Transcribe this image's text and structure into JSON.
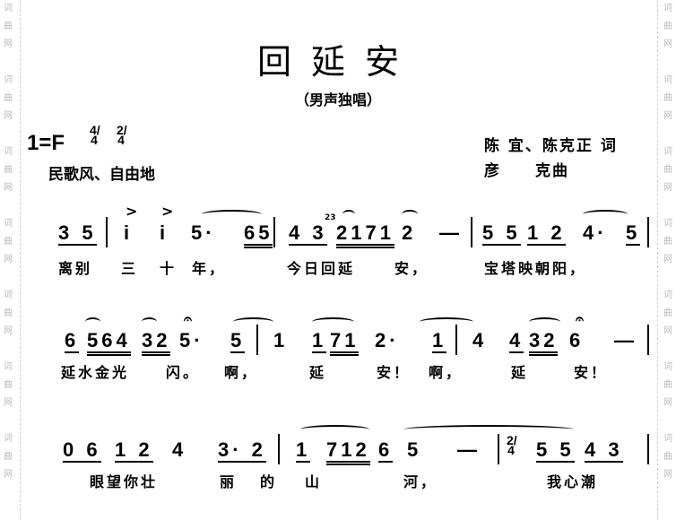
{
  "watermark": "词曲网",
  "title": "回延安",
  "subtitle": "（男声独唱）",
  "key": "1=F",
  "time_sigs": [
    "4/4",
    "2/4"
  ],
  "style": "民歌风、自由地",
  "lyricist": "陈 宜、陈克正 词",
  "composer": "彦　　克曲",
  "grace": "23",
  "rows": [
    {
      "notes": [
        "3 5",
        "i",
        "i",
        "5·",
        "65",
        "4 3",
        "2171",
        "2",
        "—",
        "5 5",
        "1 2",
        "4·",
        "5"
      ],
      "lyrics": [
        "离别",
        "三",
        "十",
        "年，",
        "今日回延",
        "安，",
        "宝塔映朝阳，"
      ]
    },
    {
      "notes": [
        "6",
        "564",
        "32",
        "5·",
        "5",
        "1",
        "1",
        "71",
        "2·",
        "1",
        "4",
        "4",
        "32",
        "6",
        "—"
      ],
      "lyrics": [
        "延水金光",
        "闪。",
        "啊，",
        "延",
        "安！",
        "啊，",
        "延",
        "安！"
      ]
    },
    {
      "notes": [
        "0 6",
        "1 2",
        "4",
        "3· 2",
        "1",
        "712",
        "6",
        "5",
        "—",
        "2/4",
        "5 5",
        "4 3"
      ],
      "lyrics": [
        "眼望你壮",
        "丽",
        "的",
        "山",
        "河，",
        "我心潮"
      ]
    }
  ]
}
